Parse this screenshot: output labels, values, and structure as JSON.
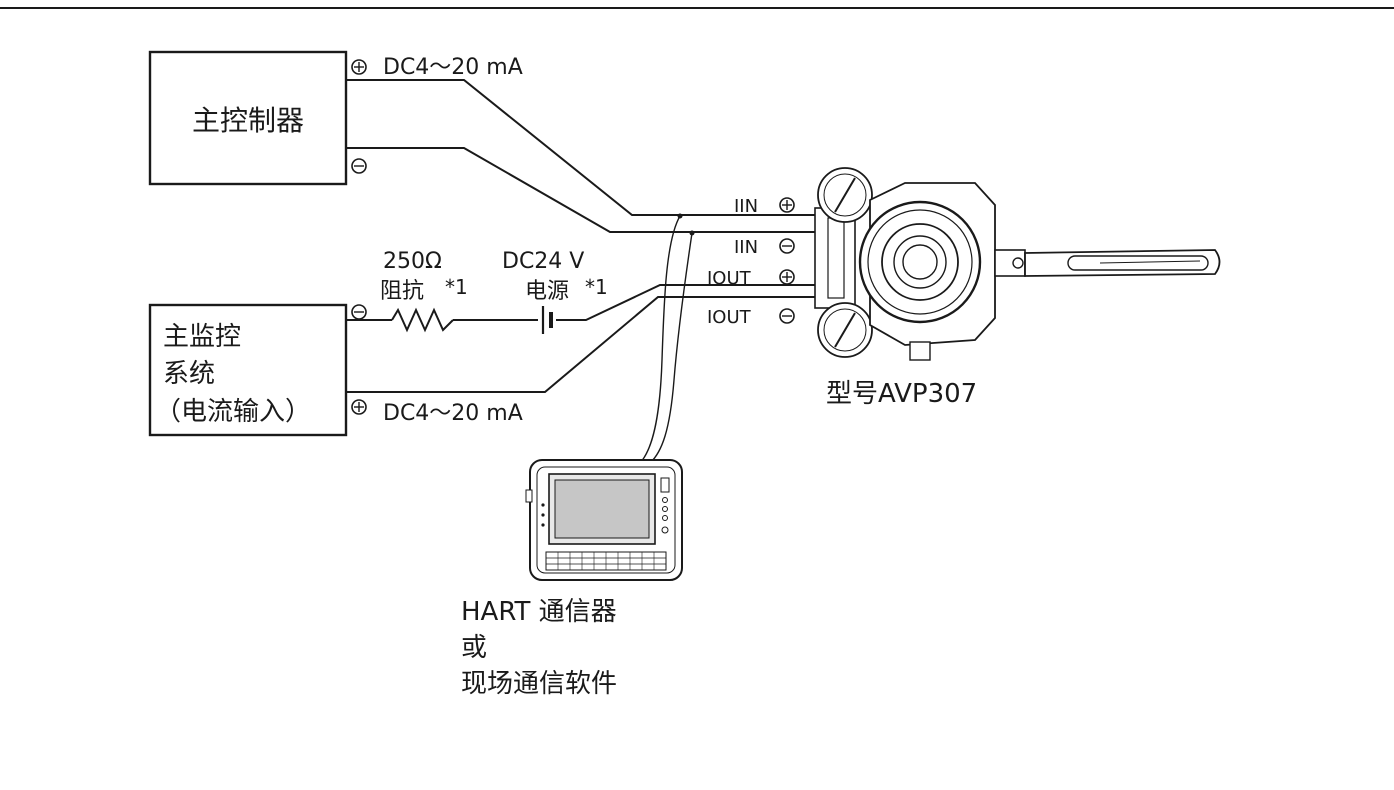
{
  "master_controller": {
    "label": "主控制器"
  },
  "monitoring_system": {
    "line1": "主监控",
    "line2": "系统",
    "line3": "（电流输入）"
  },
  "signal": {
    "top": "DC4～20 mA",
    "bottom": "DC4～20 mA"
  },
  "resistor": {
    "value": "250Ω",
    "name": "阻抗",
    "note": "*1"
  },
  "power_supply": {
    "value": "DC24 V",
    "name": "电源",
    "note": "*1"
  },
  "terminals": {
    "iin_plus": "IIN",
    "iin_minus": "IIN",
    "iout_plus": "IOUT",
    "iout_minus": "IOUT"
  },
  "device": {
    "model": "型号AVP307"
  },
  "hart": {
    "line1": "HART 通信器",
    "line2": "或",
    "line3": "现场通信软件"
  },
  "polarity": {
    "plus": "⊕",
    "minus": "⊖"
  }
}
